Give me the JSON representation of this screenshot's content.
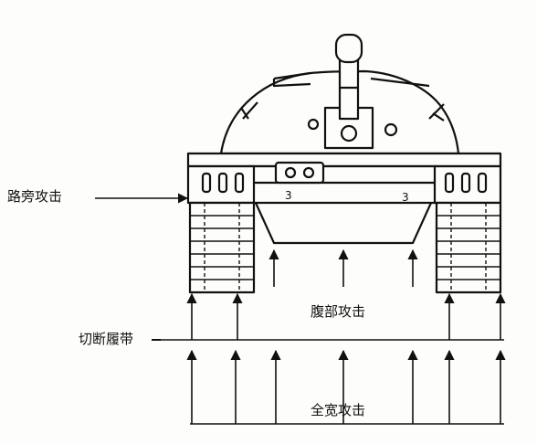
{
  "labels": {
    "roadside": "路旁攻击",
    "belly": "腹部攻击",
    "cut_track": "切断履带",
    "full_width": "全宽攻击"
  },
  "colors": {
    "ink": "#111111",
    "paper": "#fdfdfb"
  }
}
